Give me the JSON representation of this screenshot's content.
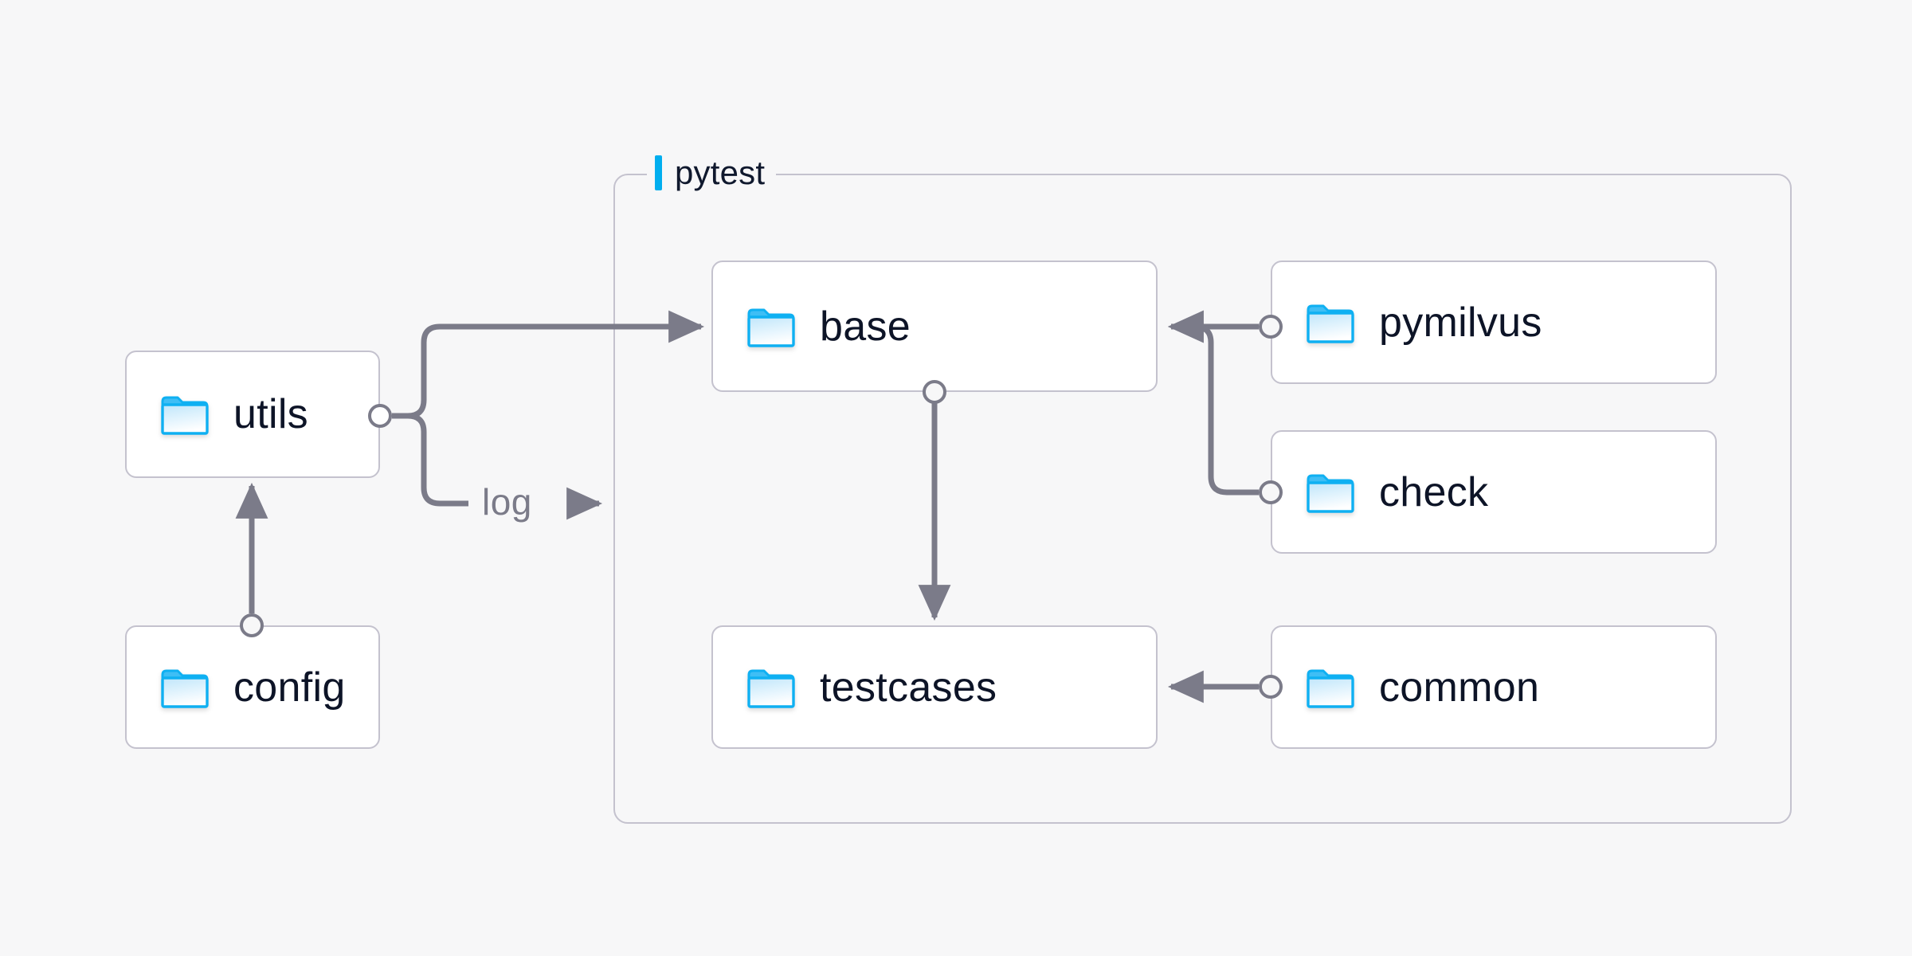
{
  "canvas": {
    "background": "#f7f7f8",
    "edge_color": "#7b7b89",
    "node_border": "#c4c2ce",
    "node_fill": "#ffffff",
    "text_color": "#0d1427",
    "accent": "#00aeef"
  },
  "group": {
    "label": "pytest",
    "accent_color": "#00aeef"
  },
  "nodes": [
    {
      "id": "utils",
      "label": "utils",
      "icon": "folder-icon"
    },
    {
      "id": "config",
      "label": "config",
      "icon": "folder-icon"
    },
    {
      "id": "base",
      "label": "base",
      "icon": "folder-icon"
    },
    {
      "id": "testcases",
      "label": "testcases",
      "icon": "folder-icon"
    },
    {
      "id": "pymilvus",
      "label": "pymilvus",
      "icon": "folder-icon"
    },
    {
      "id": "check",
      "label": "check",
      "icon": "folder-icon"
    },
    {
      "id": "common",
      "label": "common",
      "icon": "folder-icon"
    }
  ],
  "edges": [
    {
      "id": "utils-base",
      "from": "utils",
      "to": "base",
      "label": ""
    },
    {
      "id": "utils-log",
      "from": "utils",
      "to": "pytest",
      "label": "log"
    },
    {
      "id": "config-utils",
      "from": "config",
      "to": "utils",
      "label": ""
    },
    {
      "id": "base-testcases",
      "from": "base",
      "to": "testcases",
      "label": ""
    },
    {
      "id": "pymilvus-base",
      "from": "pymilvus",
      "to": "base",
      "label": ""
    },
    {
      "id": "check-base",
      "from": "check",
      "to": "base",
      "label": ""
    },
    {
      "id": "common-testcases",
      "from": "common",
      "to": "testcases",
      "label": ""
    }
  ],
  "edge_labels": {
    "log": "log",
    "log_arrow": "→"
  }
}
